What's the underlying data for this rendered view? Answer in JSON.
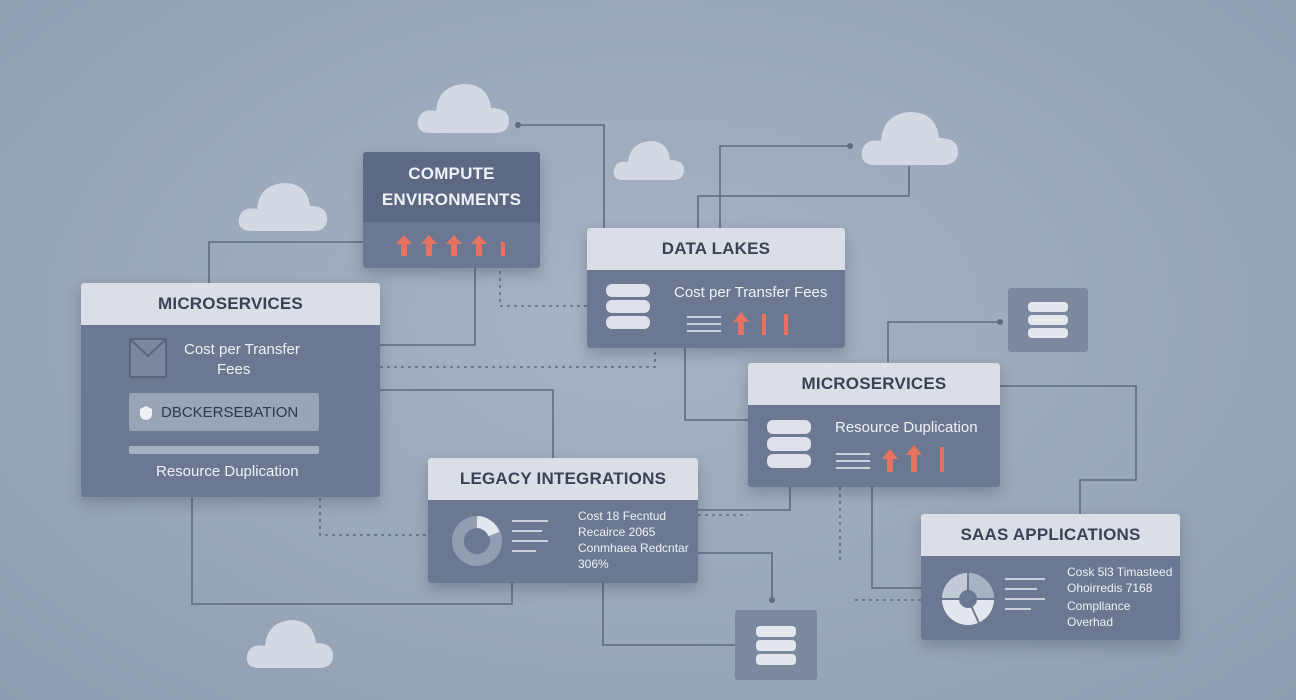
{
  "cards": {
    "compute": {
      "title_line1": "COMPUTE",
      "title_line2": "ENVIRONMENTS"
    },
    "datalakes": {
      "title": "DATA LAKES",
      "metric": "Cost per Transfer Fees"
    },
    "micro_left": {
      "title": "MICROSERVICES",
      "metric_line1": "Cost per Transfer",
      "metric_line2": "Fees",
      "badge": "DBCKERSEBATION",
      "footer": "Resource Duplication"
    },
    "micro_right": {
      "title": "MICROSERVICES",
      "metric": "Resource Duplication"
    },
    "legacy": {
      "title": "LEGACY INTEGRATIONS",
      "stats": [
        "Cost 18 Fecntud",
        "Recairce 2065",
        "Conmhaea Redcntar",
        "306%"
      ]
    },
    "saas": {
      "title": "SAAS APPLICATIONS",
      "stats": [
        "Cosk 5l3 Timasteed",
        "Ohoirredis 7168",
        "Compllance",
        "Overhad"
      ]
    }
  },
  "colors": {
    "background": "#9aa6b9",
    "card_body": "#6c7891",
    "card_header": "#d9dee7",
    "accent_arrow": "#e7725f",
    "cloud": "#d3d9e3"
  },
  "icons": [
    "cloud-icon",
    "database-icon",
    "envelope-icon",
    "arrow-up-icon",
    "donut-chart-icon",
    "pie-chart-icon",
    "bar-lines-icon"
  ]
}
